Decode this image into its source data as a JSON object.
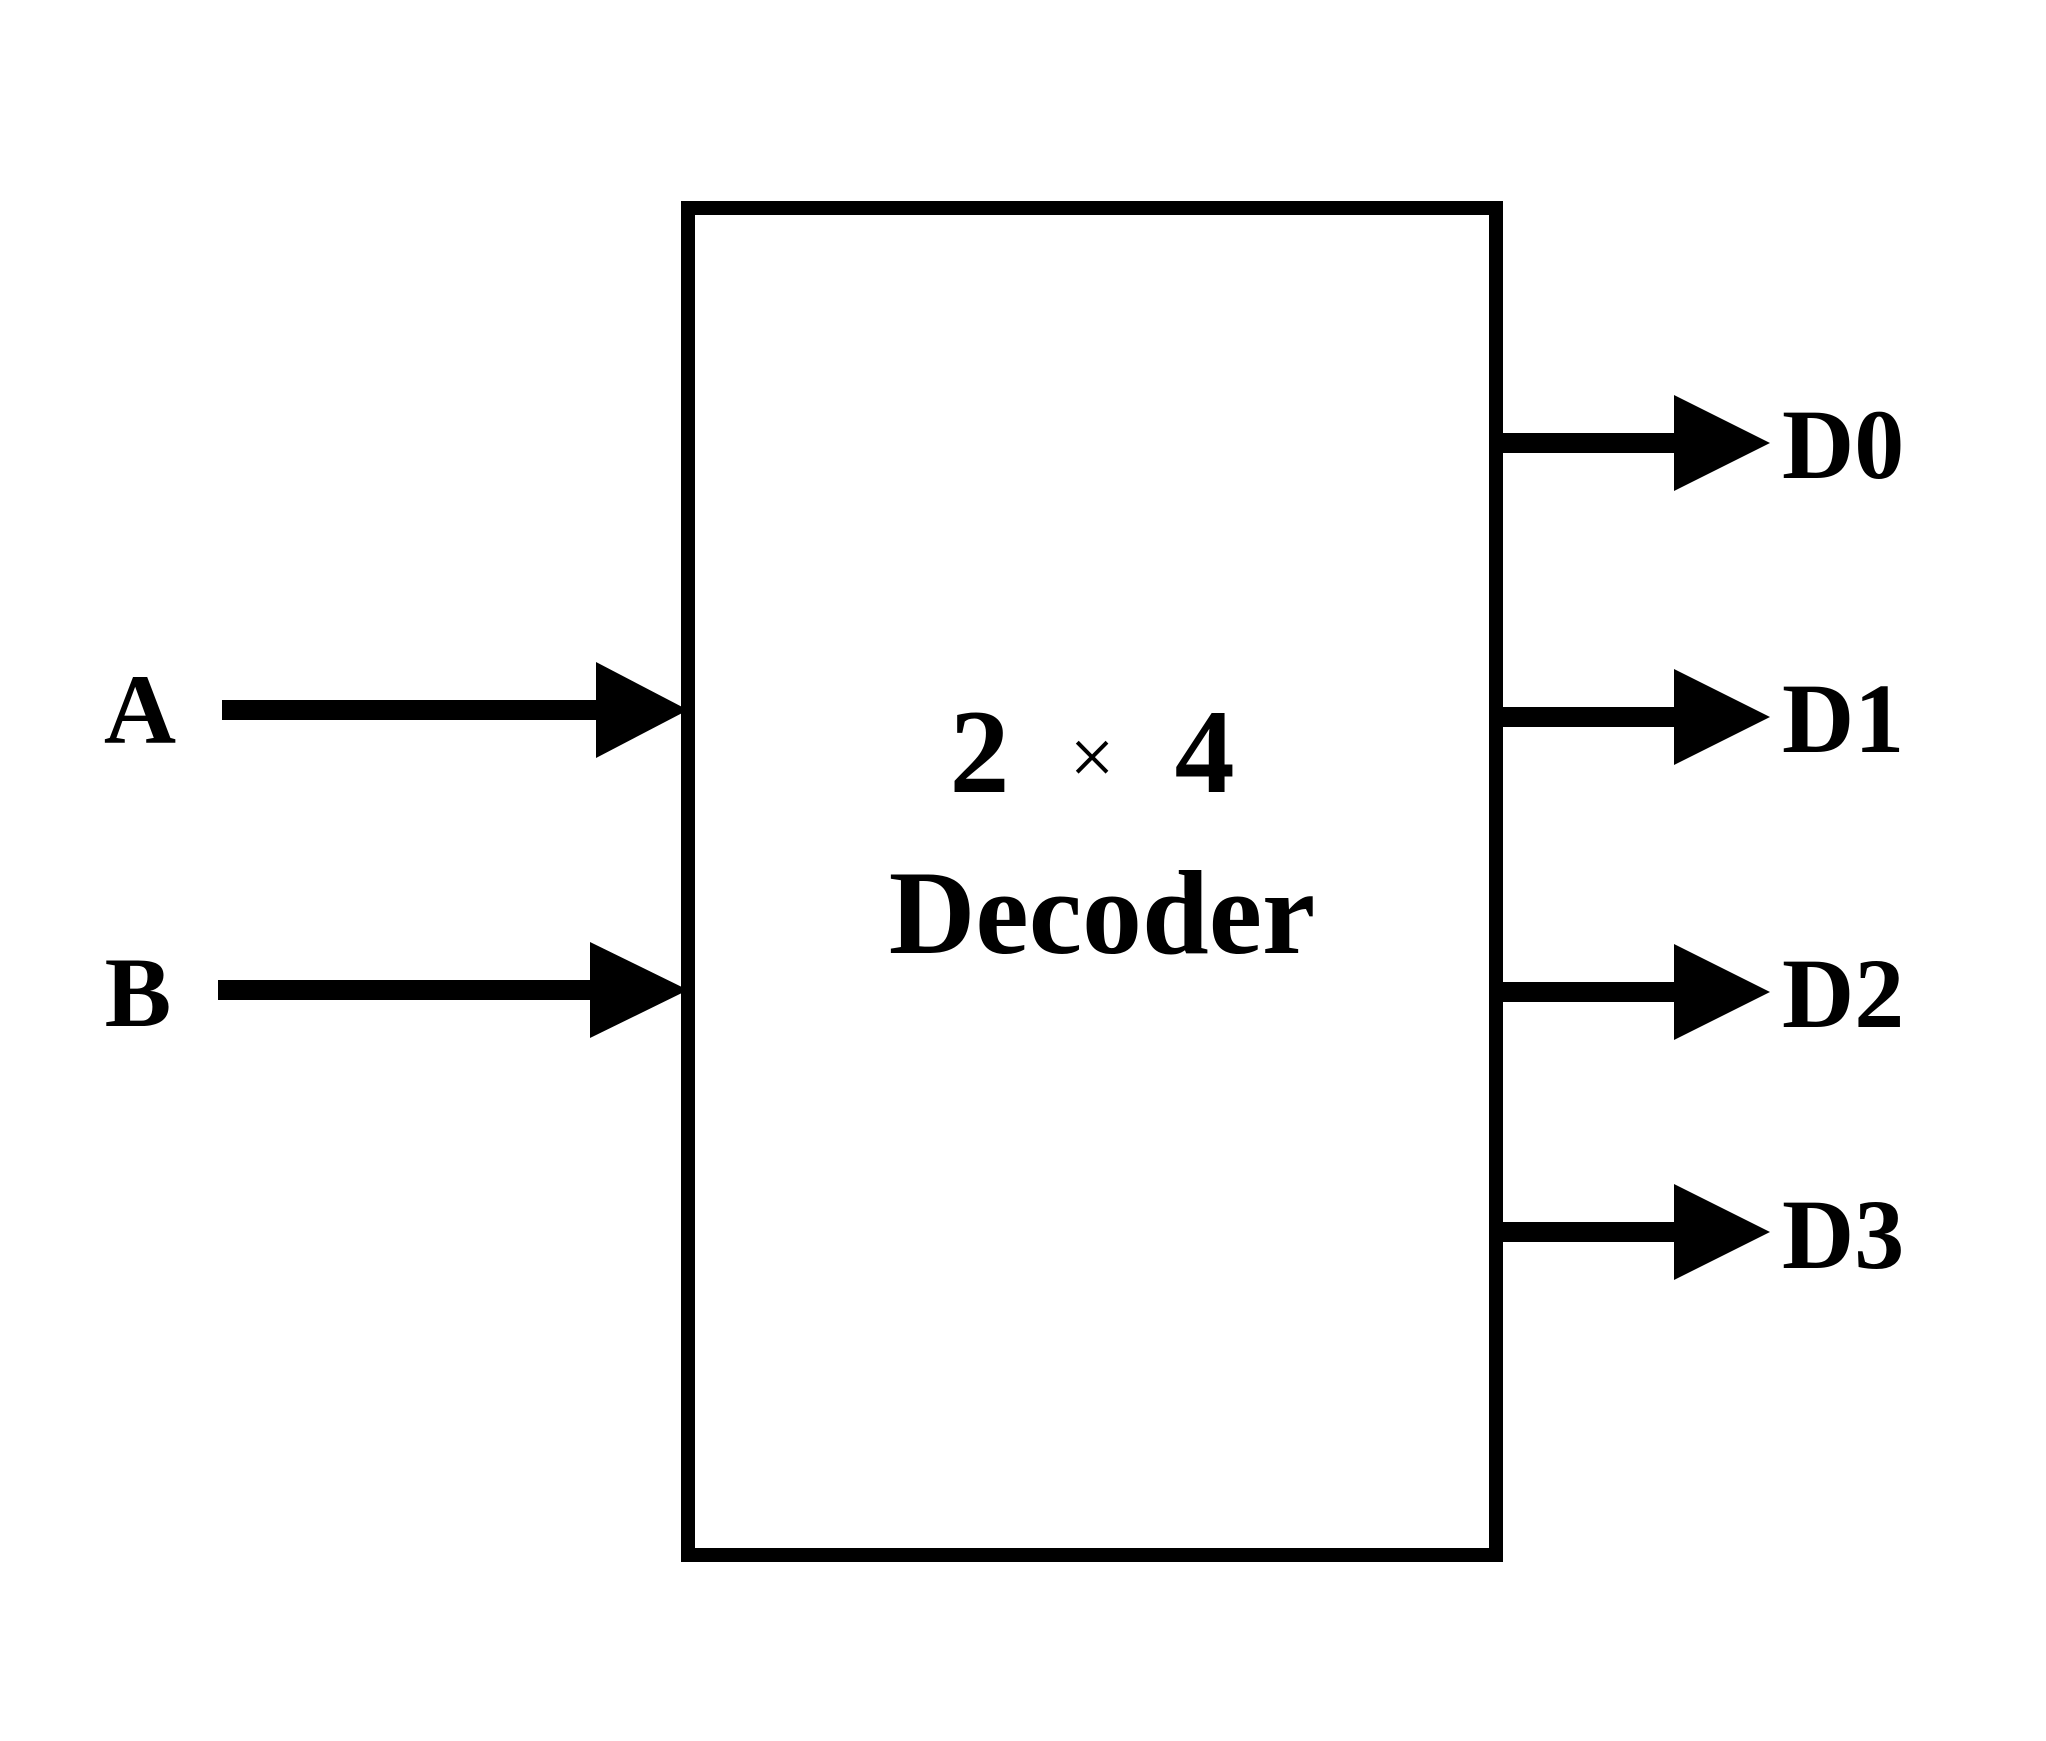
{
  "block": {
    "size_n": "2",
    "times_symbol": "×",
    "size_m": "4",
    "name": "Decoder"
  },
  "inputs": [
    {
      "label": "A"
    },
    {
      "label": "B"
    }
  ],
  "outputs": [
    {
      "label": "D0"
    },
    {
      "label": "D1"
    },
    {
      "label": "D2"
    },
    {
      "label": "D3"
    }
  ],
  "colors": {
    "stroke": "#000000",
    "background": "#ffffff"
  }
}
